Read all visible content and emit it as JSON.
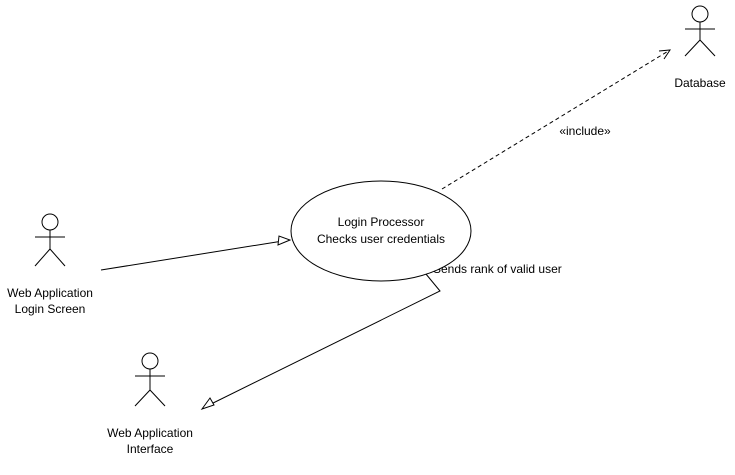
{
  "use_case": {
    "line1": "Login Processor",
    "line2": "Checks user credentials"
  },
  "actors": {
    "database": {
      "label": "Database"
    },
    "login_screen": {
      "line1": "Web Application",
      "line2": "Login Screen"
    },
    "interface": {
      "line1": "Web Application",
      "line2": "Interface"
    }
  },
  "relations": {
    "include_label": "«include»",
    "rank_label": "Sends rank of valid user"
  },
  "colors": {
    "stroke": "#000000",
    "fill": "#ffffff"
  }
}
